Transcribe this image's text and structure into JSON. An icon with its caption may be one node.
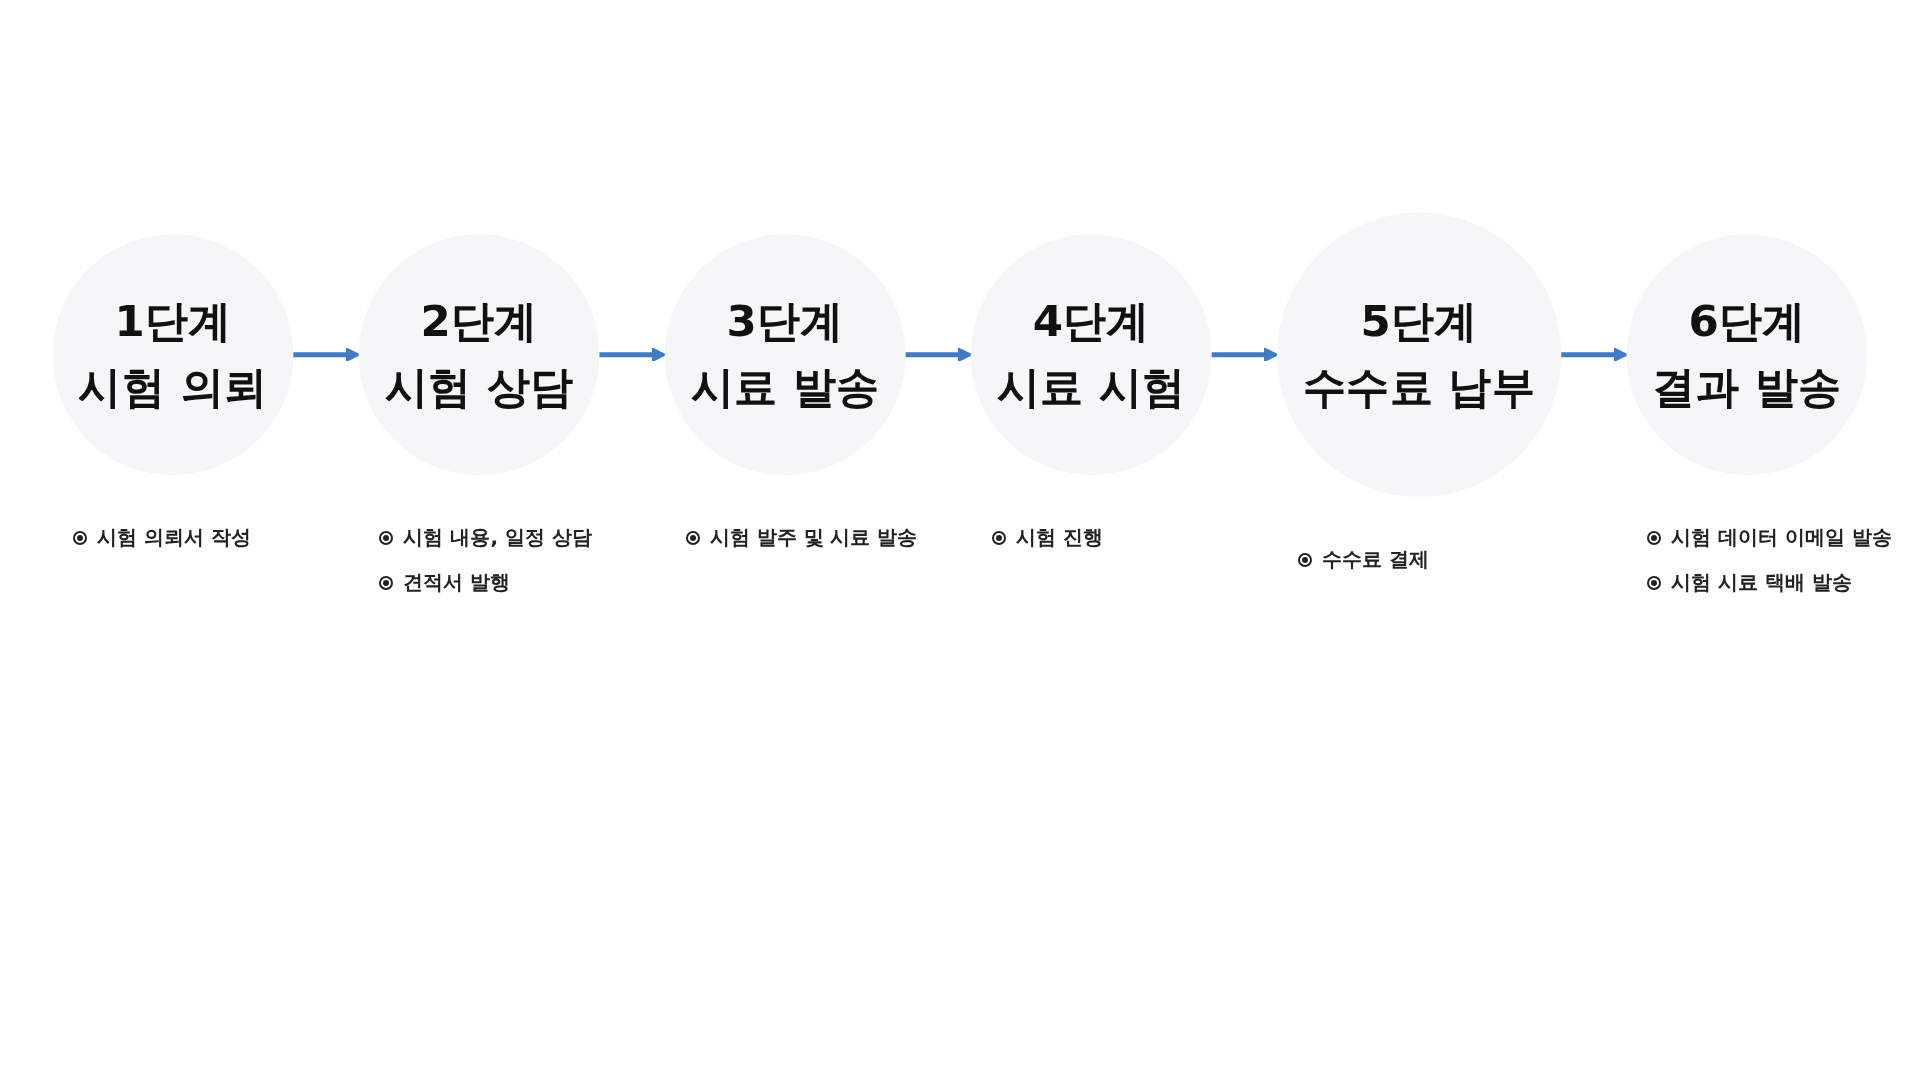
{
  "diagram": {
    "nodes": [
      {
        "text": [
          "1단계",
          "시험 의뢰"
        ],
        "beside": [
          "시험 의뢰서 작성"
        ]
      },
      {
        "text": [
          "2단계",
          "시험 상담"
        ],
        "beside": [
          "시험 내용, 일정 상담",
          "견적서 발행"
        ]
      },
      {
        "text": [
          "3단계",
          "시료 발송"
        ],
        "beside": [
          "시험 발주 및 시료 발송"
        ]
      },
      {
        "text": [
          "4단계",
          "시료 시험"
        ],
        "beside": [
          "시험 진행"
        ]
      },
      {
        "text": [
          "5단계",
          "수수료 납부"
        ],
        "beside": [
          "수수료 결제"
        ]
      },
      {
        "text": [
          "6단계",
          "결과 발송"
        ],
        "beside": [
          "시험 데이터 이메일 발송",
          "시험 시료 택배 발송"
        ]
      }
    ],
    "edges": [
      {
        "from": 0,
        "to": 1,
        "arrow": "to"
      },
      {
        "from": 1,
        "to": 2,
        "arrow": "to"
      },
      {
        "from": 2,
        "to": 3,
        "arrow": "to"
      },
      {
        "from": 3,
        "to": 4,
        "arrow": "to"
      },
      {
        "from": 4,
        "to": 5,
        "arrow": "to"
      }
    ]
  }
}
